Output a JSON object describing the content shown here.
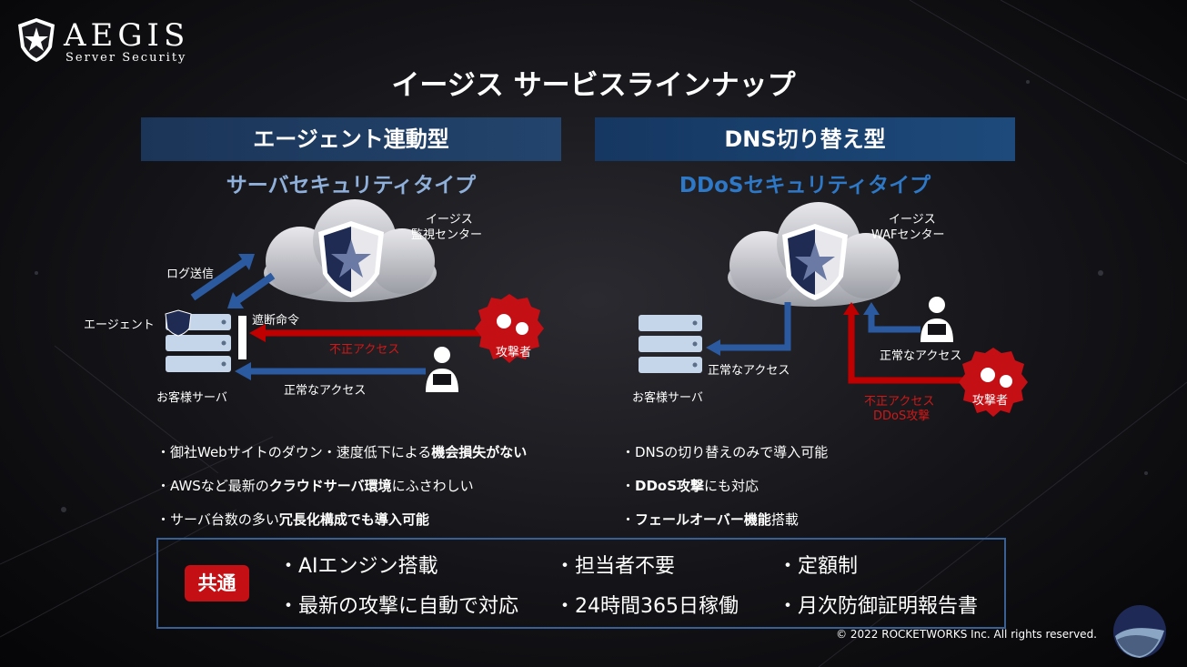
{
  "logo": {
    "name": "AEGIS",
    "sub": "Server Security"
  },
  "title": "イージス サービスラインナップ",
  "left": {
    "header": "エージェント連動型",
    "subtitle": "サーバセキュリティタイプ",
    "center_label_1": "イージス",
    "center_label_2": "監視センター",
    "log_label": "ログ送信",
    "agent_label": "エージェント",
    "block_label": "遮断命令",
    "illegal_label": "不正アクセス",
    "attacker_label": "攻撃者",
    "normal_label": "正常なアクセス",
    "server_label": "お客様サーバ",
    "bullets": [
      {
        "pre": "・御社Webサイトのダウン・速度低下による",
        "bold": "機会損失がない",
        "post": ""
      },
      {
        "pre": "・AWSなど最新の",
        "bold": "クラウドサーバ環境",
        "post": "にふさわしい"
      },
      {
        "pre": "・サーバ台数の多い",
        "bold": "冗長化構成でも導入可能",
        "post": ""
      }
    ]
  },
  "right": {
    "header": "DNS切り替え型",
    "subtitle": "DDoSセキュリティタイプ",
    "center_label_1": "イージス",
    "center_label_2": "WAFセンター",
    "normal_label_server": "正常なアクセス",
    "server_label": "お客様サーバ",
    "normal_label_user": "正常なアクセス",
    "illegal_label_1": "不正アクセス",
    "illegal_label_2": "DDoS攻撃",
    "attacker_label": "攻撃者",
    "bullets": [
      {
        "pre": "・DNSの切り替えのみで導入可能",
        "bold": "",
        "post": ""
      },
      {
        "pre": "・",
        "bold": "DDoS攻撃",
        "post": "にも対応"
      },
      {
        "pre": "・",
        "bold": "フェールオーバー機能",
        "post": "搭載"
      }
    ]
  },
  "common": {
    "badge": "共通",
    "items": [
      "・AIエンジン搭載",
      "・担当者不要",
      "・定額制",
      "・最新の攻撃に自動で対応",
      "・24時間365日稼働",
      "・月次防御証明報告書"
    ]
  },
  "copyright": "© 2022 ROCKETWORKS Inc. All rights reserved.",
  "colors": {
    "navy": "#1b3558",
    "blue_text": "#2e78c8",
    "red": "#c40f14",
    "arrow_blue": "#2c5aa0",
    "arrow_red": "#c00000"
  }
}
